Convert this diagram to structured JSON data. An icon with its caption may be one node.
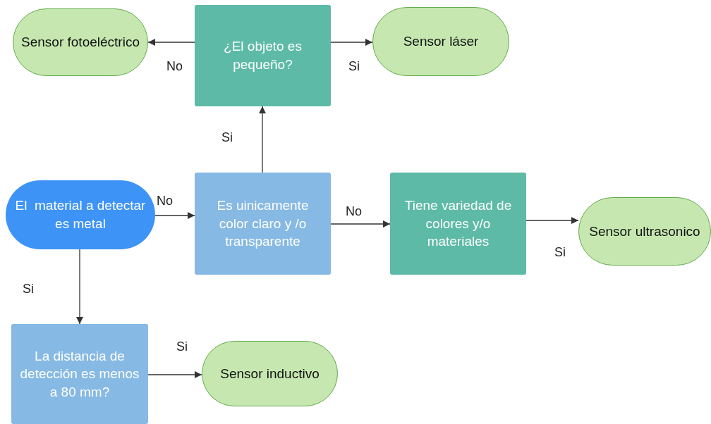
{
  "diagram": {
    "nodes": [
      {
        "text": [
          "Sensor fotoeléctrico"
        ]
      },
      {
        "text": [
          "¿El objeto es pequeño?"
        ]
      },
      {
        "text": [
          "Sensor láser"
        ]
      },
      {
        "text": [
          "El  material a detectar es metal"
        ]
      },
      {
        "text": [
          "Es uinicamente color claro y /o transparente"
        ]
      },
      {
        "text": [
          "Tiene variedad de colores y/o materiales"
        ]
      },
      {
        "text": [
          "Sensor ultrasonico"
        ]
      },
      {
        "text": [
          "La distancia de detección es menos a 80 mm?"
        ]
      },
      {
        "text": [
          "Sensor inductivo"
        ]
      }
    ],
    "edges": [
      {
        "from": 1,
        "to": 0,
        "arrow": "to",
        "label": "No"
      },
      {
        "from": 1,
        "to": 2,
        "arrow": "to",
        "label": "Si"
      },
      {
        "from": 4,
        "to": 1,
        "arrow": "to",
        "label": "Si"
      },
      {
        "from": 3,
        "to": 4,
        "arrow": "to",
        "label": "No"
      },
      {
        "from": 4,
        "to": 5,
        "arrow": "to",
        "label": "No"
      },
      {
        "from": 5,
        "to": 6,
        "arrow": "to",
        "label": "Si"
      },
      {
        "from": 3,
        "to": 7,
        "arrow": "to",
        "label": "Si"
      },
      {
        "from": 7,
        "to": 8,
        "arrow": "to",
        "label": "Si"
      }
    ]
  }
}
